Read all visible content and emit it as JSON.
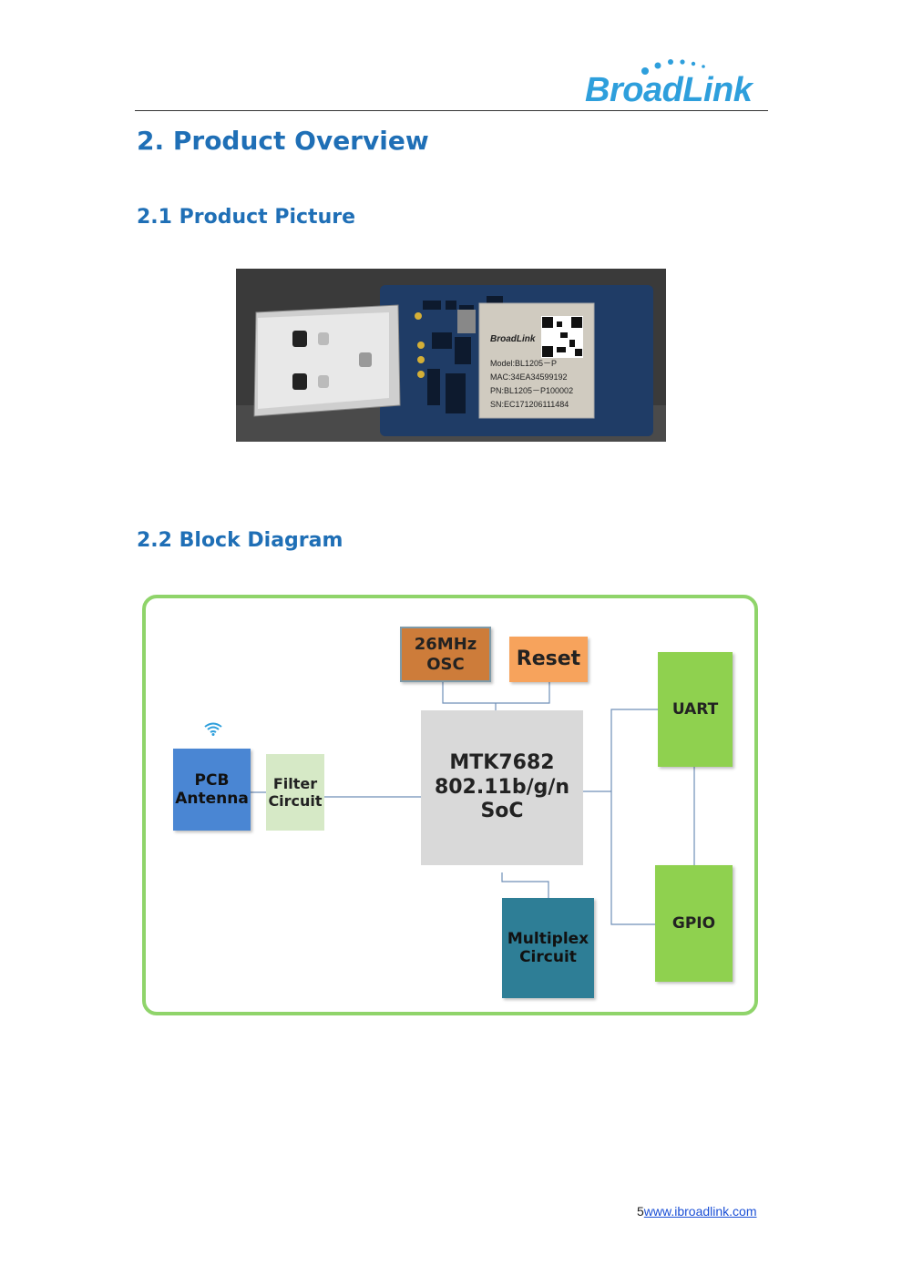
{
  "header": {
    "logo_text": "BroadLink"
  },
  "sections": {
    "title": "2. Product Overview",
    "picture_heading": "2.1 Product Picture",
    "diagram_heading": "2.2 Block Diagram"
  },
  "product_photo": {
    "module_brand": "BroadLink",
    "model": "Model:BL1205－P",
    "mac": "MAC:34EA34599192",
    "pn": "PN:BL1205－P100002",
    "sn": "SN:EC171206111484",
    "colors": {
      "pcb": "#1f3c66",
      "usb_metal": "#c8c8c8",
      "shield": "#d0cbc0"
    }
  },
  "block_diagram": {
    "osc": "26MHz\nOSC",
    "reset": "Reset",
    "soc": "MTK7682\n802.11b/g/n\nSoC",
    "pcb_antenna": "PCB\nAntenna",
    "filter": "Filter\nCircuit",
    "uart": "UART",
    "gpio": "GPIO",
    "multiplex": "Multiplex\nCircuit",
    "colors": {
      "frame": "#8fd46a",
      "osc": "#cd7c3a",
      "reset": "#f7a35c",
      "soc": "#d9d9d9",
      "antenna": "#4a86d3",
      "filter": "#d6e9c6",
      "io": "#8fd14f",
      "multiplex": "#2e7e96",
      "connector": "#6f8fb8"
    }
  },
  "footer": {
    "page_number": "5",
    "link_text": "www.ibroadlink.com"
  }
}
